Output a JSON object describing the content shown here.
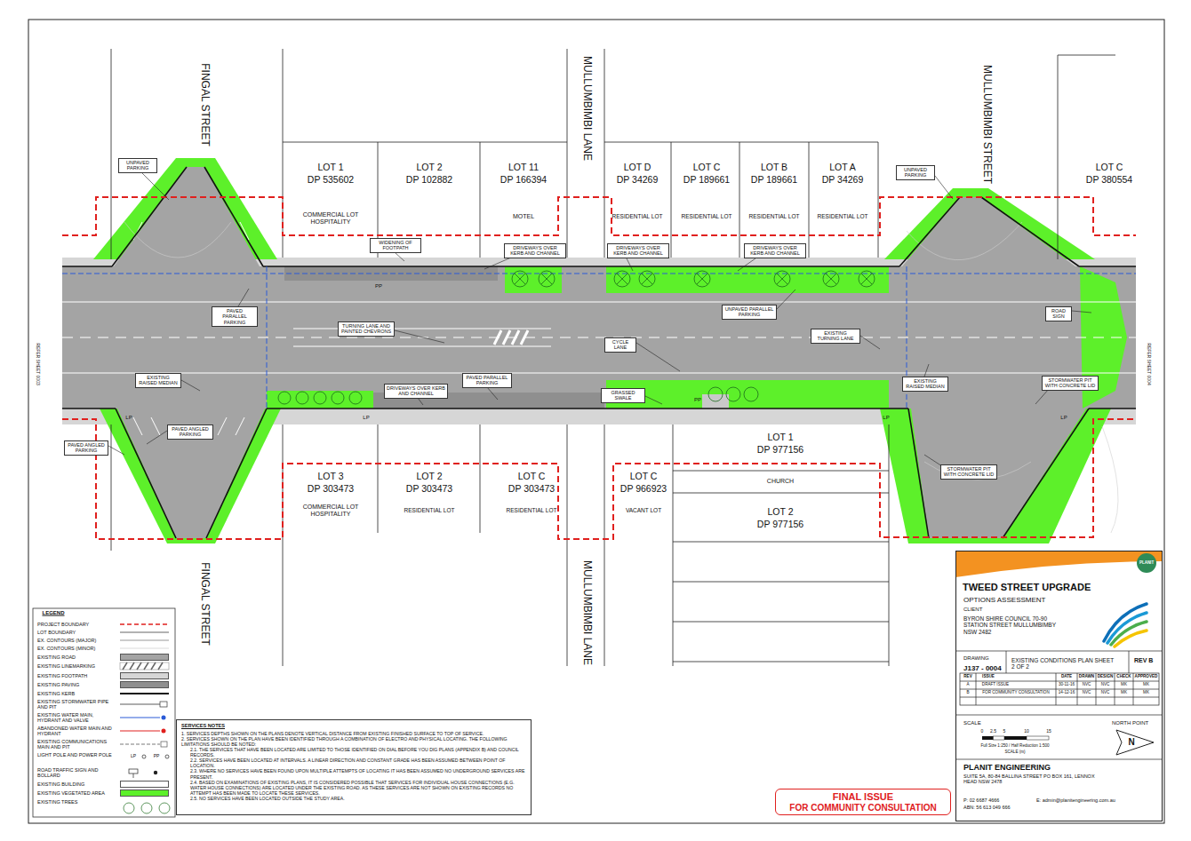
{
  "diagram": {
    "title": "TWEED STREET UPGRADE",
    "nodes": [
      {
        "text": [
          "UNPAVED PARKING"
        ]
      },
      {
        "text": [
          "WIDENING OF FOOTPATH"
        ]
      },
      {
        "text": [
          "DRIVEWAYS OVER KERB AND CHANNEL"
        ]
      },
      {
        "text": [
          "DRIVEWAYS OVER KERB AND CHANNEL"
        ]
      },
      {
        "text": [
          "DRIVEWAYS OVER KERB AND CHANNEL"
        ]
      },
      {
        "text": [
          "UNPAVED PARKING"
        ]
      },
      {
        "text": [
          "PAVED PARALLEL PARKING"
        ]
      },
      {
        "text": [
          "TURNING LANE AND PAINTED CHEVRONS"
        ]
      },
      {
        "text": [
          "UNPAVED PARALLEL PARKING"
        ]
      },
      {
        "text": [
          "CYCLE LANE"
        ]
      },
      {
        "text": [
          "EXISTING TURNING LANE"
        ]
      },
      {
        "text": [
          "ROAD SIGN"
        ]
      },
      {
        "text": [
          "EXISTING RAISED MEDIAN"
        ]
      },
      {
        "text": [
          "DRIVEWAYS OVER KERB AND CHANNEL"
        ]
      },
      {
        "text": [
          "PAVED PARALLEL PARKING"
        ]
      },
      {
        "text": [
          "GRASSED SWALE"
        ]
      },
      {
        "text": [
          "EXISTING RAISED MEDIAN"
        ]
      },
      {
        "text": [
          "STORMWATER PIT WITH CONCRETE LID"
        ]
      },
      {
        "text": [
          "PAVED ANGLED PARKING"
        ]
      },
      {
        "text": [
          "PAVED ANGLED PARKING"
        ]
      },
      {
        "text": [
          "STORMWATER PIT WITH CONCRETE LID"
        ]
      },
      {
        "text": [
          "SERVICES NOTES",
          "1. SERVICES DEPTHS SHOWN ON THE PLANS DENOTE VERTICAL DISTANCE FROM EXISTING FINISHED SURFACE TO TOP OF SERVICE.",
          "2. SERVICES SHOWN ON THE PLAN HAVE BEEN IDENTIFIED THROUGH A COMBINATION OF ELECTRO AND PHYSICAL LOCATING. THE FOLLOWING LIMITATIONS SHOULD BE NOTED:",
          "2.1. THE SERVICES THAT HAVE BEEN LOCATED ARE LIMITED TO THOSE IDENTIFIED ON DIAL BEFORE YOU DIG PLANS (APPENDIX B) AND COUNCIL RECORDS.",
          "2.2. SERVICES HAVE BEEN LOCATED AT INTERVALS. A LINEAR DIRECTION AND CONSTANT GRADE HAS BEEN ASSUMED BETWEEN POINT OF LOCATION.",
          "2.3. WHERE NO SERVICES HAVE BEEN FOUND UPON MULTIPLE ATTEMPTS OF LOCATING IT HAS BEEN ASSUMED NO UNDERGROUND SERVICES ARE PRESENT.",
          "2.4. BASED ON EXAMINATIONS OF EXISTING PLANS, IT IS CONSIDERED POSSIBLE THAT SERVICES FOR INDIVIDUAL HOUSE CONNECTIONS (E.G. WATER HOUSE CONNECTIONS) ARE LOCATED UNDER THE EXISTING ROAD. AS THESE SERVICES ARE NOT SHOWN ON EXISTING RECORDS NO ATTEMPT HAS BEEN MADE TO LOCATE THESE SERVICES.",
          "2.5. NO SERVICES HAVE BEEN LOCATED OUTSIDE THE STUDY AREA."
        ]
      },
      {
        "text": [
          "FINAL ISSUE",
          "FOR COMMUNITY CONSULTATION"
        ]
      },
      {
        "text": [
          "OPTIONS ASSESSMENT",
          "CLIENT",
          "BYRON SHIRE COUNCIL 70-90 STATION STREET MULLUMBIMBY NSW 2482",
          "DRAWING",
          "J137 - 0004",
          "EXISTING CONDITIONS PLAN SHEET 2 OF 2",
          "REV B",
          "SCALE",
          "NORTH POINT",
          "PLANIT ENGINEERING",
          "SUITE 5A, 80-84 BALLINA STREET PO BOX 161, LENNOX HEAD NSW 2478",
          "P: 02 6687 4666",
          "E: admin@planitengineering.com.au",
          "ABN: 56 613 049 666"
        ]
      }
    ],
    "labels": [
      "FINGAL STREET",
      "FINGAL STREET",
      "MULLUMBIMBI LANE",
      "MULLUMBIMBI LANE",
      "MULLUMBIMBI STREET",
      "LOT 1",
      "DP 535602",
      "LOT 2",
      "DP 102882",
      "LOT 11",
      "DP 166394",
      "LOT D",
      "DP 34269",
      "LOT C",
      "DP 189661",
      "LOT B",
      "DP 189661",
      "LOT A",
      "DP 34269",
      "LOT C",
      "DP 380554",
      "COMMERCIAL LOT HOSPITALITY",
      "MOTEL",
      "RESIDENTIAL LOT",
      "RESIDENTIAL LOT",
      "RESIDENTIAL LOT",
      "RESIDENTIAL LOT",
      "LOT 3",
      "DP 303473",
      "LOT 2",
      "DP 303473",
      "LOT C",
      "DP 303473",
      "LOT C",
      "DP 966923",
      "LOT 1",
      "DP 977156",
      "LOT 2",
      "DP 977156",
      "COMMERCIAL LOT HOSPITALITY",
      "RESIDENTIAL LOT",
      "RESIDENTIAL LOT",
      "VACANT LOT",
      "CHURCH",
      "REFER SHEET 0003",
      "REFER SHEET 0004",
      "LP",
      "LP",
      "LP",
      "LP",
      "PP",
      "PP",
      "LEGEND",
      "LP",
      "PP",
      "REV",
      "ISSUE",
      "DATE",
      "DRAWN",
      "DESIGN",
      "CHECK",
      "APPROVED",
      "A",
      "DRAFT ISSUE",
      "30-11-16",
      "NVC",
      "NVC",
      "MK",
      "MK",
      "B",
      "FOR COMMUNITY CONSULTATION",
      "14-12-16",
      "NVC",
      "NVC",
      "MK",
      "MK",
      "0",
      "2.5",
      "5",
      "10",
      "15",
      "Full Size 1:250 / Half Reduction 1:500",
      "SCALE (m)",
      "N",
      "PLANIT"
    ],
    "legend": [
      {
        "text": "PROJECT BOUNDARY"
      },
      {
        "text": "LOT BOUNDARY"
      },
      {
        "text": "EX. CONTOURS (MAJOR)"
      },
      {
        "text": "EX. CONTOURS (MINOR)"
      },
      {
        "text": "EXISTING ROAD",
        "color": "#a4a4a4"
      },
      {
        "text": "EXISTING LINEMARKING"
      },
      {
        "text": "EXISTING FOOTPATH",
        "color": "#d6d6d6"
      },
      {
        "text": "EXISTING PAVING",
        "color": "#8f8f8f"
      },
      {
        "text": "EXISTING KERB"
      },
      {
        "text": "EXISTING STORMWATER PIPE AND PIT"
      },
      {
        "text": "EXISTING WATER MAIN, HYDRANT AND VALVE"
      },
      {
        "text": "ABANDONED WATER MAIN AND HYDRANT"
      },
      {
        "text": "EXISTING COMMUNICATIONS MAIN AND PIT"
      },
      {
        "text": "LIGHT POLE AND POWER POLE"
      },
      {
        "text": "ROAD TRAFFIC SIGN AND BOLLARD"
      },
      {
        "text": "EXISTING BUILDING",
        "color": "#ffffff"
      },
      {
        "text": "EXISTING VEGETATED AREA",
        "color": "#5df02a"
      },
      {
        "text": "EXISTING TREES"
      }
    ]
  }
}
